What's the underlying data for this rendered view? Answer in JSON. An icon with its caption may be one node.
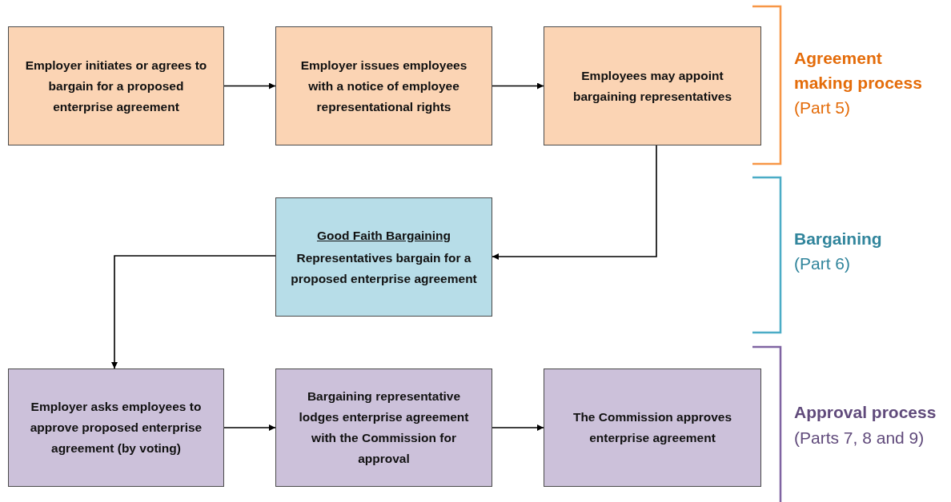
{
  "diagram": {
    "nodes": [
      {
        "text": [
          "Employer initiates or agrees to bargain for a proposed enterprise agreement"
        ]
      },
      {
        "text": [
          "Employer issues employees with a notice of employee representational rights"
        ]
      },
      {
        "text": [
          "Employees may appoint bargaining representatives"
        ]
      },
      {
        "text": [
          "Good Faith Bargaining",
          "Representatives bargain for a proposed enterprise agreement"
        ]
      },
      {
        "text": [
          "Employer asks employees to approve proposed enterprise agreement (by voting)"
        ]
      },
      {
        "text": [
          "Bargaining representative lodges enterprise agreement with the Commission for approval"
        ]
      },
      {
        "text": [
          "The Commission approves enterprise agreement"
        ]
      }
    ],
    "edges": [
      {
        "from": 0,
        "to": 1,
        "arrow": "to"
      },
      {
        "from": 1,
        "to": 2,
        "arrow": "to"
      },
      {
        "from": 2,
        "to": 3,
        "arrow": "to"
      },
      {
        "from": 3,
        "to": 4,
        "arrow": "to"
      },
      {
        "from": 4,
        "to": 5,
        "arrow": "to"
      },
      {
        "from": 5,
        "to": 6,
        "arrow": "to"
      }
    ],
    "labels": [
      "Agreement making process",
      "(Part 5)",
      "Bargaining",
      "(Part 6)",
      "Approval process",
      "(Parts 7, 8 and 9)"
    ]
  }
}
